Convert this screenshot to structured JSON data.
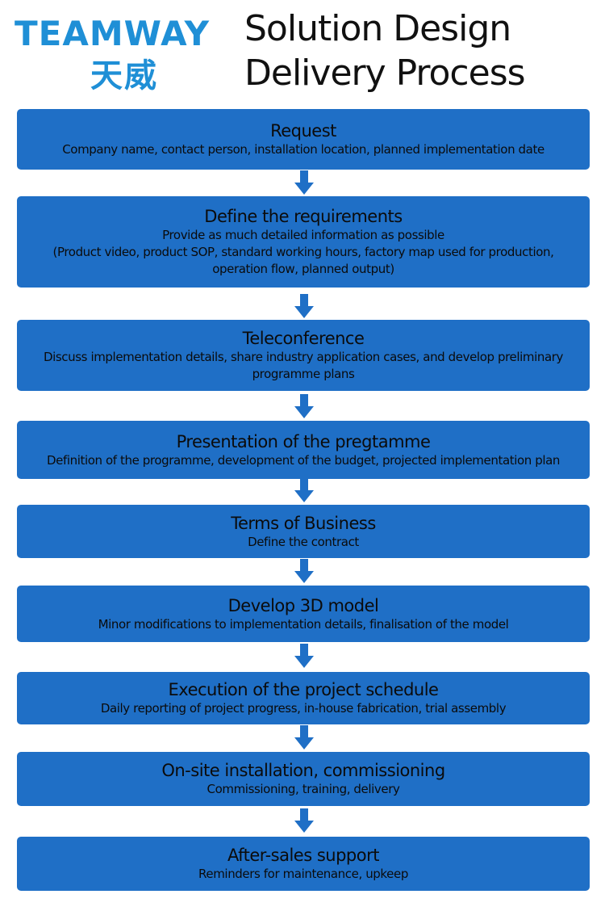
{
  "header": {
    "logo_en": "TEAMWAY",
    "logo_cn": "天威",
    "title_line1": "Solution Design",
    "title_line2": "Delivery Process"
  },
  "colors": {
    "box": "#1f6fc6",
    "logo": "#1f8fd6",
    "arrow": "#1f6fc6"
  },
  "steps": [
    {
      "title": "Request",
      "desc": "Company name, contact person, installation location, planned implementation date"
    },
    {
      "title": "Define the requirements",
      "desc": "Provide as much detailed information as possible\n(Product video, product SOP, standard working hours, factory map used for production,\noperation flow, planned output)"
    },
    {
      "title": "Teleconference",
      "desc": "Discuss implementation details, share industry application cases, and develop preliminary\nprogramme plans"
    },
    {
      "title": "Presentation of the pregtamme",
      "desc": "Definition of the programme, development of the budget, projected implementation plan"
    },
    {
      "title": "Terms of Business",
      "desc": "Define the contract"
    },
    {
      "title": "Develop 3D model",
      "desc": "Minor modifications to implementation details, finalisation of the model"
    },
    {
      "title": "Execution of the project schedule",
      "desc": "Daily reporting of project progress, in-house fabrication, trial assembly"
    },
    {
      "title": "On-site installation, commissioning",
      "desc": "Commissioning, training, delivery"
    },
    {
      "title": "After-sales support",
      "desc": "Reminders for maintenance, upkeep"
    }
  ]
}
